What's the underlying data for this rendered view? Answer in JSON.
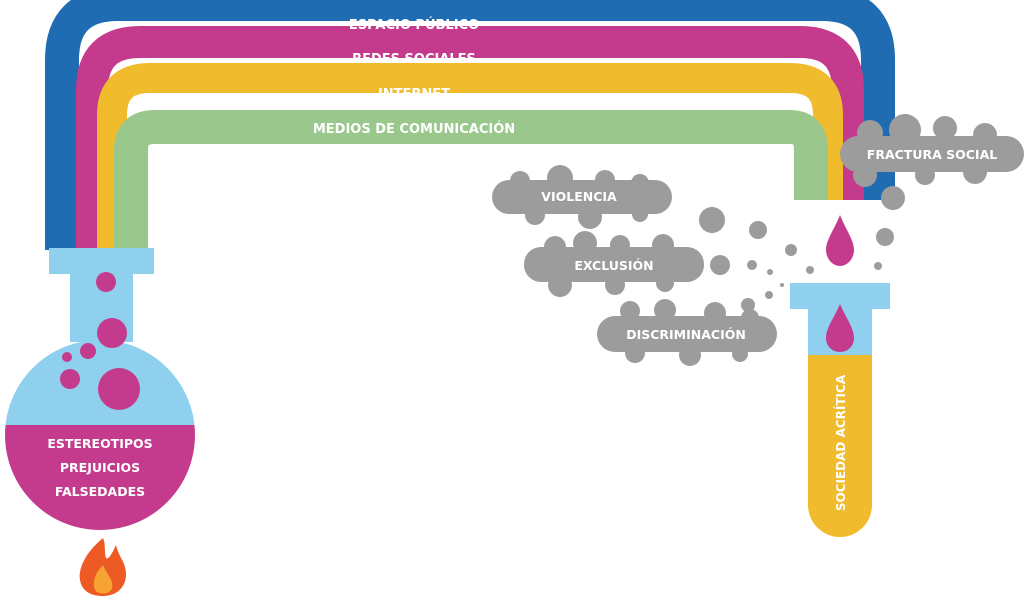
{
  "colors": {
    "blue": "#1f6cb3",
    "magenta": "#c43b8e",
    "yellow": "#f0bb2d",
    "green": "#9ac88c",
    "light_blue": "#8fd0ef",
    "gray": "#9c9c9c",
    "flame_outer": "#ee5a24",
    "flame_inner": "#f7a334"
  },
  "pipes": {
    "espacio_publico": "ESPACIO PÚBLICO",
    "redes_sociales": "REDES SOCIALES",
    "internet": "INTERNET",
    "medios": "MEDIOS DE COMUNICACIÓN"
  },
  "flask": {
    "line1": "ESTEREOTIPOS",
    "line2": "PREJUICIOS",
    "line3": "FALSEDADES"
  },
  "test_tube": {
    "label": "SOCIEDAD ACRÍTICA"
  },
  "clouds": {
    "fractura": "FRACTURA SOCIAL",
    "violencia": "VIOLENCIA",
    "exclusion": "EXCLUSIÓN",
    "discriminacion": "DISCRIMINACIÓN"
  }
}
